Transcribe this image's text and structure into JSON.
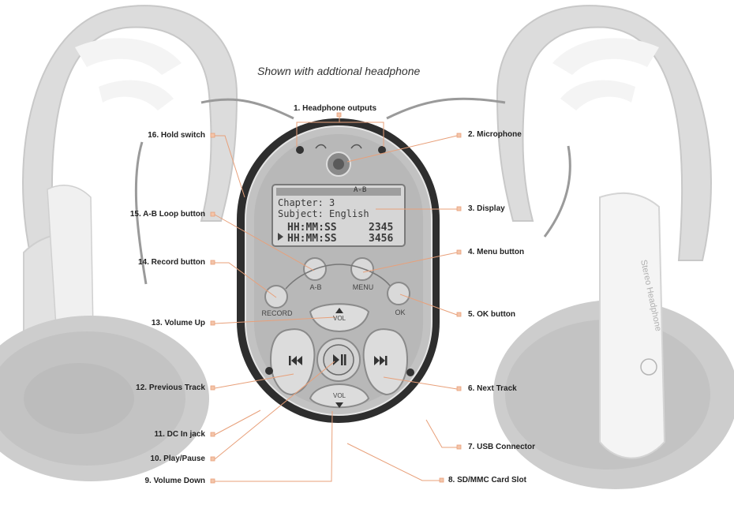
{
  "caption": "Shown with addtional headphone",
  "headphone_text": "Stereo Headphone",
  "callouts": {
    "c1": "1. Headphone outputs",
    "c2": "2. Microphone",
    "c3": "3. Display",
    "c4": "4. Menu button",
    "c5": "5. OK button",
    "c6": "6. Next Track",
    "c7": "7. USB Connector",
    "c8": "8. SD/MMC Card Slot",
    "c9": "9. Volume Down",
    "c10": "10. Play/Pause",
    "c11": "11. DC In jack",
    "c12": "12. Previous Track",
    "c13": "13. Volume Up",
    "c14": "14. Record button",
    "c15": "15. A-B Loop button",
    "c16": "16. Hold switch"
  },
  "display": {
    "status_bar": "A-B",
    "line1": "Chapter: 3",
    "line2": "Subject: English",
    "line3_time": "HH:MM:SS",
    "line3_value": "2345",
    "line4_time": "HH:MM:SS",
    "line4_value": "3456"
  },
  "buttons": {
    "ab": "A-B",
    "menu": "MENU",
    "record": "RECORD",
    "ok": "OK",
    "vol_up": "VOL",
    "vol_down": "VOL"
  },
  "colors": {
    "leader_line": "#e8a07a",
    "marker": "#e8a07a",
    "device_shell": "#3a3a3a",
    "face": "#bfbfbf",
    "lcd": "#d4d4d4",
    "headphone": "#d9d9d9"
  }
}
